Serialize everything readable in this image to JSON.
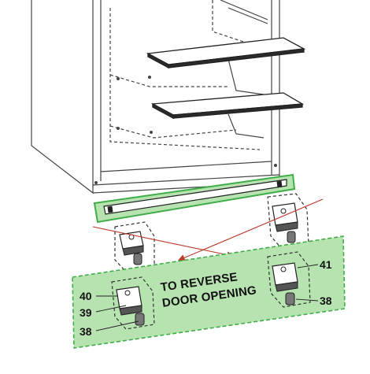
{
  "instruction": {
    "line1": "TO REVERSE",
    "line2": "DOOR OPENING"
  },
  "part_numbers": {
    "left_upper": "40",
    "left_middle": "39",
    "left_lower": "38",
    "right_upper": "41",
    "right_lower": "38"
  },
  "colors": {
    "highlight_fill": "#b7e3b0",
    "highlight_border": "#3fae49",
    "line": "#444444",
    "arrow": "#c0392b"
  }
}
